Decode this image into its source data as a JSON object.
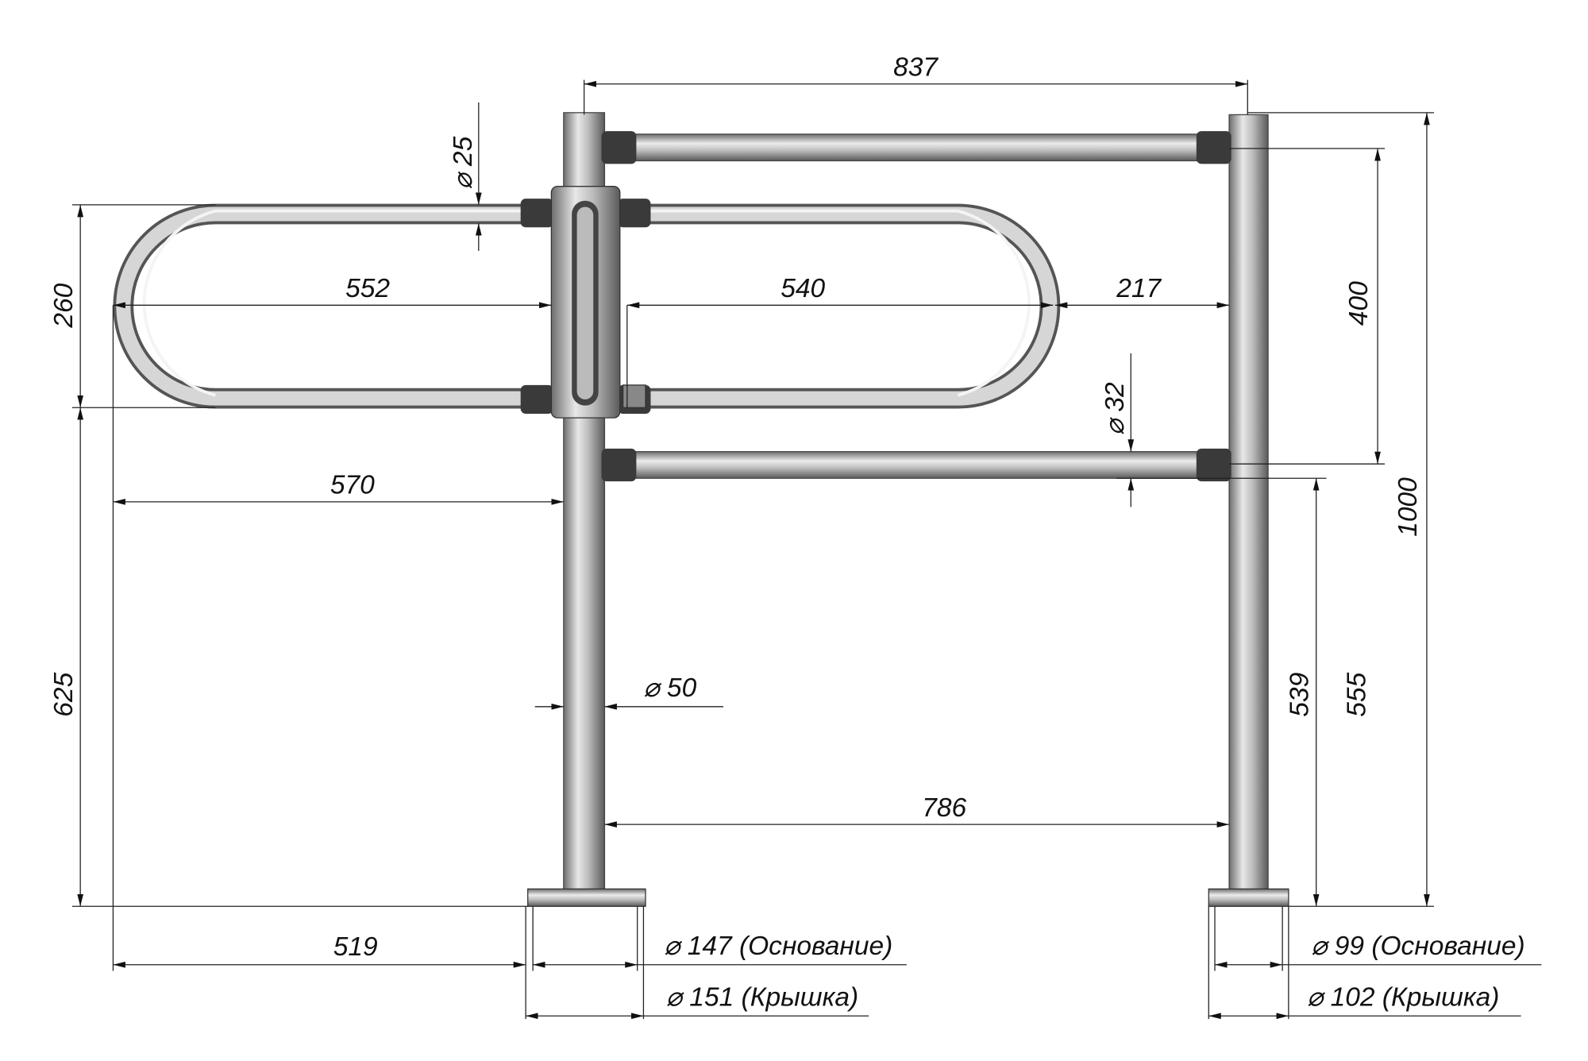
{
  "drawing": {
    "dimensions": {
      "overall_post_spacing": "837",
      "tube_diameter_gate": "25",
      "gate_height": "260",
      "gate_left_length": "552",
      "gate_right_length": "540",
      "gap_gate_to_post": "217",
      "rail_spacing": "400",
      "rail_diameter": "32",
      "overall_height": "1000",
      "left_reach": "570",
      "gate_bottom_height": "625",
      "post_diameter": "50",
      "lower_rail_height_a": "539",
      "lower_rail_height_b": "555",
      "inner_post_spacing": "786",
      "base_offset": "519"
    },
    "diameter_symbol": "⌀",
    "callouts": {
      "left_base": "147  (Основание)",
      "left_cap": "151  (Крышка)",
      "right_base": "99  (Основание)",
      "right_cap": "102  (Крышка)"
    }
  }
}
